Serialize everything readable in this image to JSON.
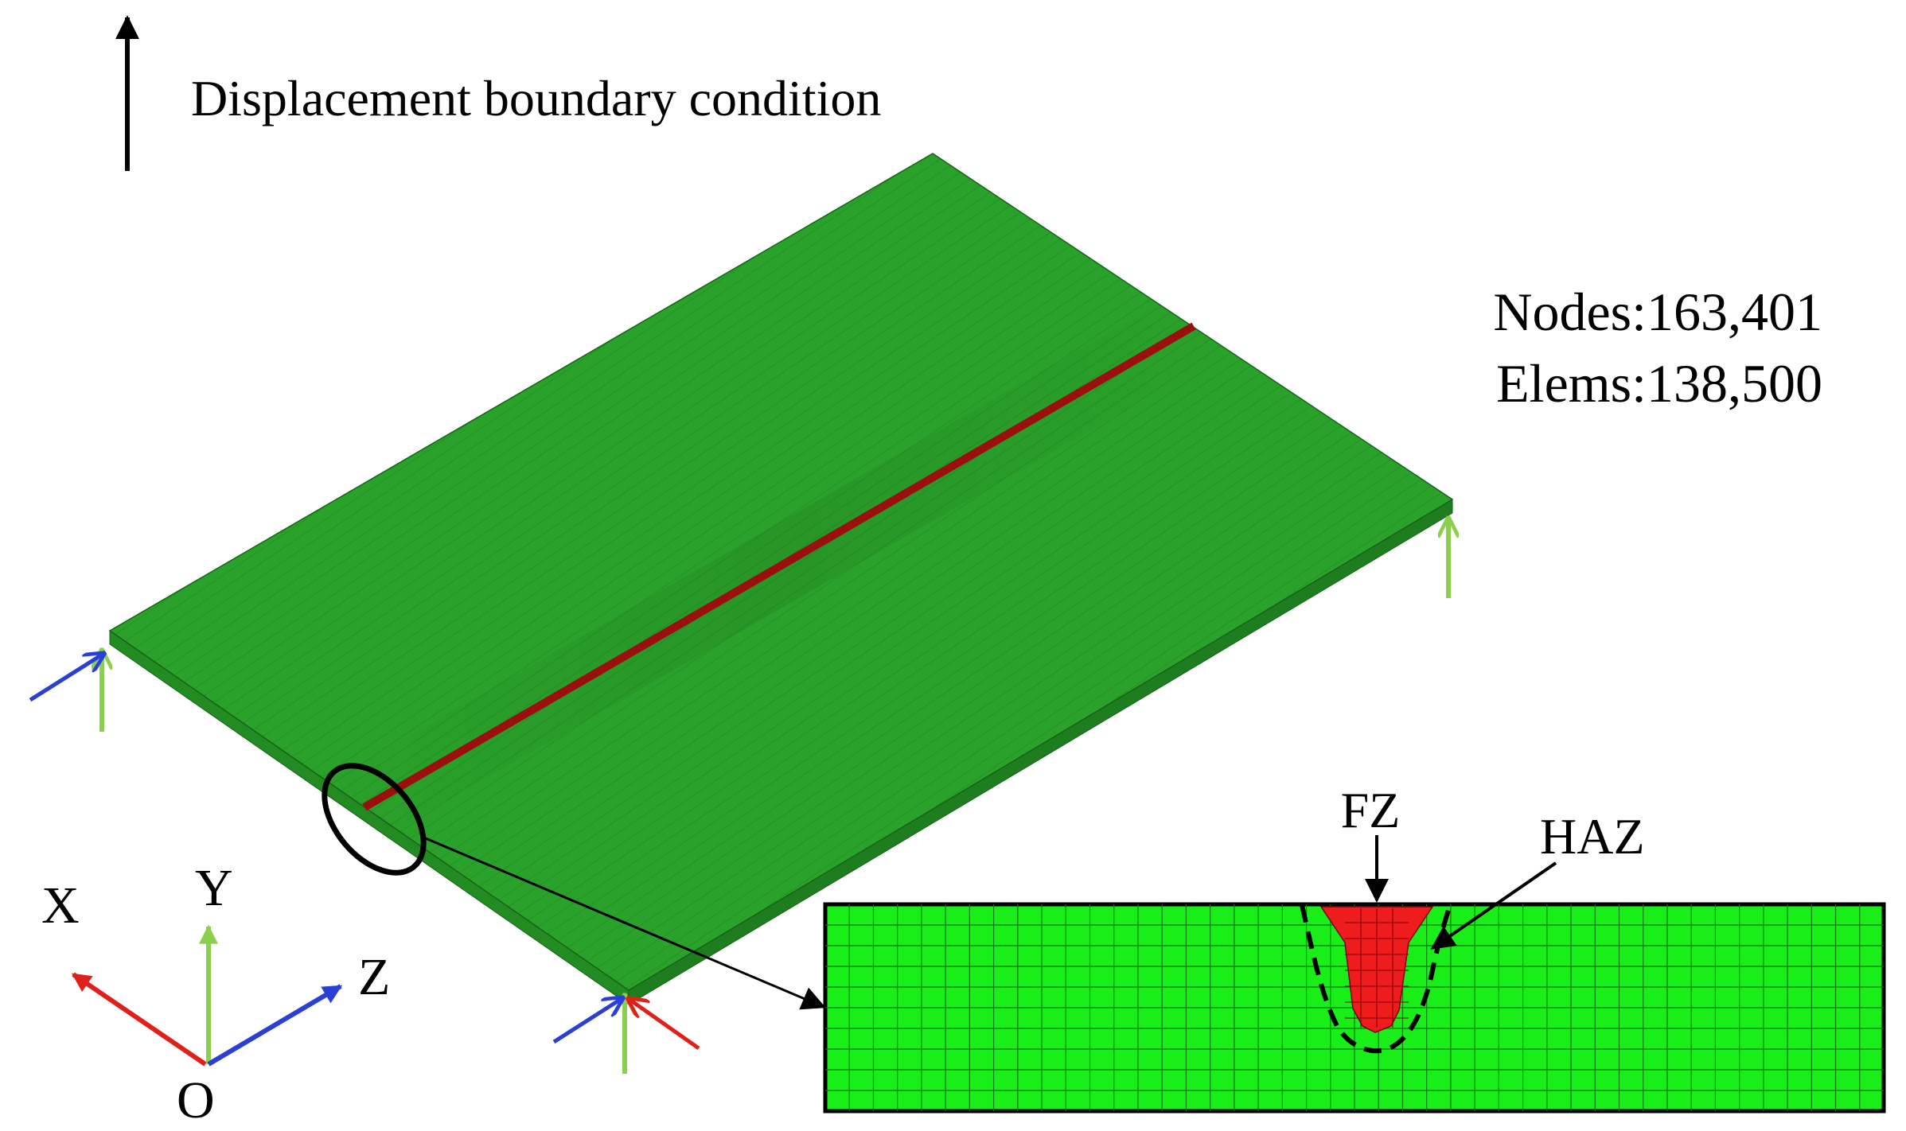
{
  "legend": {
    "text": "Displacement boundary condition"
  },
  "mesh_stats": {
    "nodes": "Nodes:163,401",
    "elems": "Elems:138,500"
  },
  "axes": {
    "x": "X",
    "y": "Y",
    "z": "Z",
    "origin": "O"
  },
  "zones": {
    "fz": "FZ",
    "haz": "HAZ"
  },
  "colors": {
    "plate_top": "#2aa12a",
    "plate_side": "#228b22",
    "weld_line": "#9c0f0f",
    "cross_section": "#19ee19",
    "fusion_zone": "#ee1c1c",
    "axis_x": "#e0201a",
    "axis_y": "#8ccf4f",
    "axis_z": "#2a3fd6",
    "support_arrow": "#8ccf4f"
  }
}
